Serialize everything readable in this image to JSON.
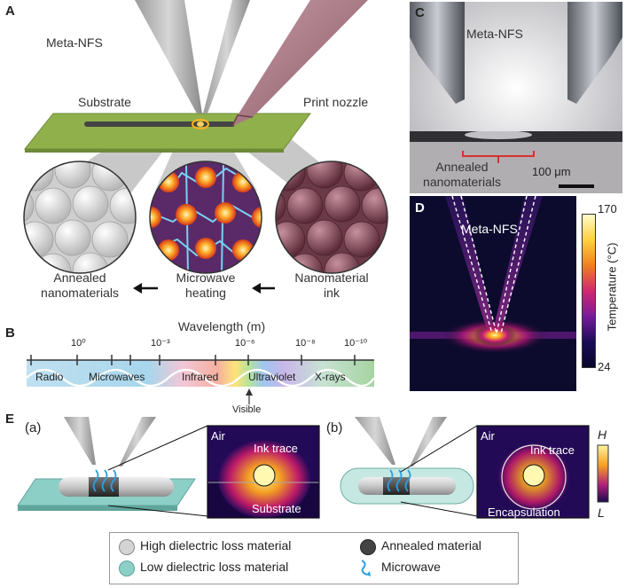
{
  "panel_a": {
    "letter": "A",
    "meta_nfs": "Meta-NFS",
    "substrate": "Substrate",
    "print_nozzle": "Print nozzle",
    "annealed_line1": "Annealed",
    "annealed_line2": "nanomaterials",
    "microwave_line1": "Microwave",
    "microwave_line2": "heating",
    "ink_line1": "Nanomaterial",
    "ink_line2": "ink"
  },
  "panel_b": {
    "letter": "B",
    "title": "Wavelength (m)",
    "ticks": [
      "10⁰",
      "10⁻³",
      "10⁻⁶",
      "10⁻⁸",
      "10⁻¹⁰"
    ],
    "bands": [
      "Radio",
      "Microwaves",
      "Infrared",
      "Ultraviolet",
      "X-rays"
    ],
    "visible": "Visible"
  },
  "panel_c": {
    "letter": "C",
    "meta_nfs": "Meta-NFS",
    "annealed_line1": "Annealed",
    "annealed_line2": "nanomaterials",
    "scale": "100 μm"
  },
  "panel_d": {
    "letter": "D",
    "meta_nfs": "Meta-NFS",
    "cbar_max": "170",
    "cbar_min": "24",
    "cbar_label": "Temperature (°C)"
  },
  "panel_e": {
    "letter": "E",
    "sub_a": "(a)",
    "sub_b": "(b)",
    "air_a": "Air",
    "ink_trace_a": "Ink trace",
    "substrate": "Substrate",
    "air_b": "Air",
    "ink_trace_b": "Ink trace",
    "encapsulation": "Encapsulation",
    "scale_high": "H",
    "scale_low": "L"
  },
  "legend": {
    "high_loss": "High dielectric loss material",
    "low_loss": "Low dielectric loss material",
    "annealed": "Annealed material",
    "microwave": "Microwave"
  },
  "colors": {
    "substrate_green": "#8fb04a",
    "ink_pink": "#b0808e",
    "hot": "#ffb020",
    "low_loss_teal": "#8ccfc6",
    "high_loss_gray": "#d4d4d4",
    "annealed_dark": "#444444"
  }
}
